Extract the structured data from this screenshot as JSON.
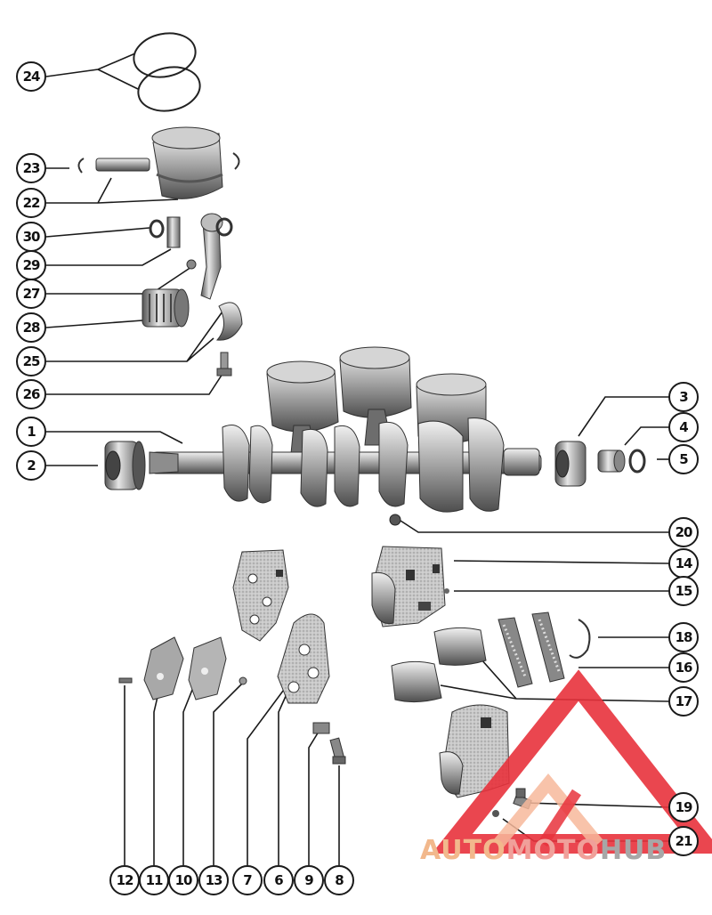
{
  "diagram": {
    "callouts": [
      {
        "id": "24",
        "label": "24"
      },
      {
        "id": "23",
        "label": "23"
      },
      {
        "id": "22",
        "label": "22"
      },
      {
        "id": "30",
        "label": "30"
      },
      {
        "id": "29",
        "label": "29"
      },
      {
        "id": "27",
        "label": "27"
      },
      {
        "id": "28",
        "label": "28"
      },
      {
        "id": "25",
        "label": "25"
      },
      {
        "id": "26",
        "label": "26"
      },
      {
        "id": "1",
        "label": "1"
      },
      {
        "id": "2",
        "label": "2"
      },
      {
        "id": "3",
        "label": "3"
      },
      {
        "id": "4",
        "label": "4"
      },
      {
        "id": "5",
        "label": "5"
      },
      {
        "id": "20",
        "label": "20"
      },
      {
        "id": "14",
        "label": "14"
      },
      {
        "id": "15",
        "label": "15"
      },
      {
        "id": "18",
        "label": "18"
      },
      {
        "id": "16",
        "label": "16"
      },
      {
        "id": "17",
        "label": "17"
      },
      {
        "id": "19",
        "label": "19"
      },
      {
        "id": "21",
        "label": "21"
      },
      {
        "id": "12",
        "label": "12"
      },
      {
        "id": "11",
        "label": "11"
      },
      {
        "id": "10",
        "label": "10"
      },
      {
        "id": "13",
        "label": "13"
      },
      {
        "id": "7",
        "label": "7"
      },
      {
        "id": "6",
        "label": "6"
      },
      {
        "id": "9",
        "label": "9"
      },
      {
        "id": "8",
        "label": "8"
      }
    ]
  },
  "watermark": {
    "part1": "AUTO",
    "part2": "MOTO",
    "part3": "HUB",
    "logo_colors": [
      "#e8323c",
      "#f7b89b"
    ]
  },
  "colors": {
    "line": "#1a1a1a",
    "part_light": "#d8d8d8",
    "part_mid": "#9b9b9b",
    "part_dark": "#4a4a4a"
  }
}
